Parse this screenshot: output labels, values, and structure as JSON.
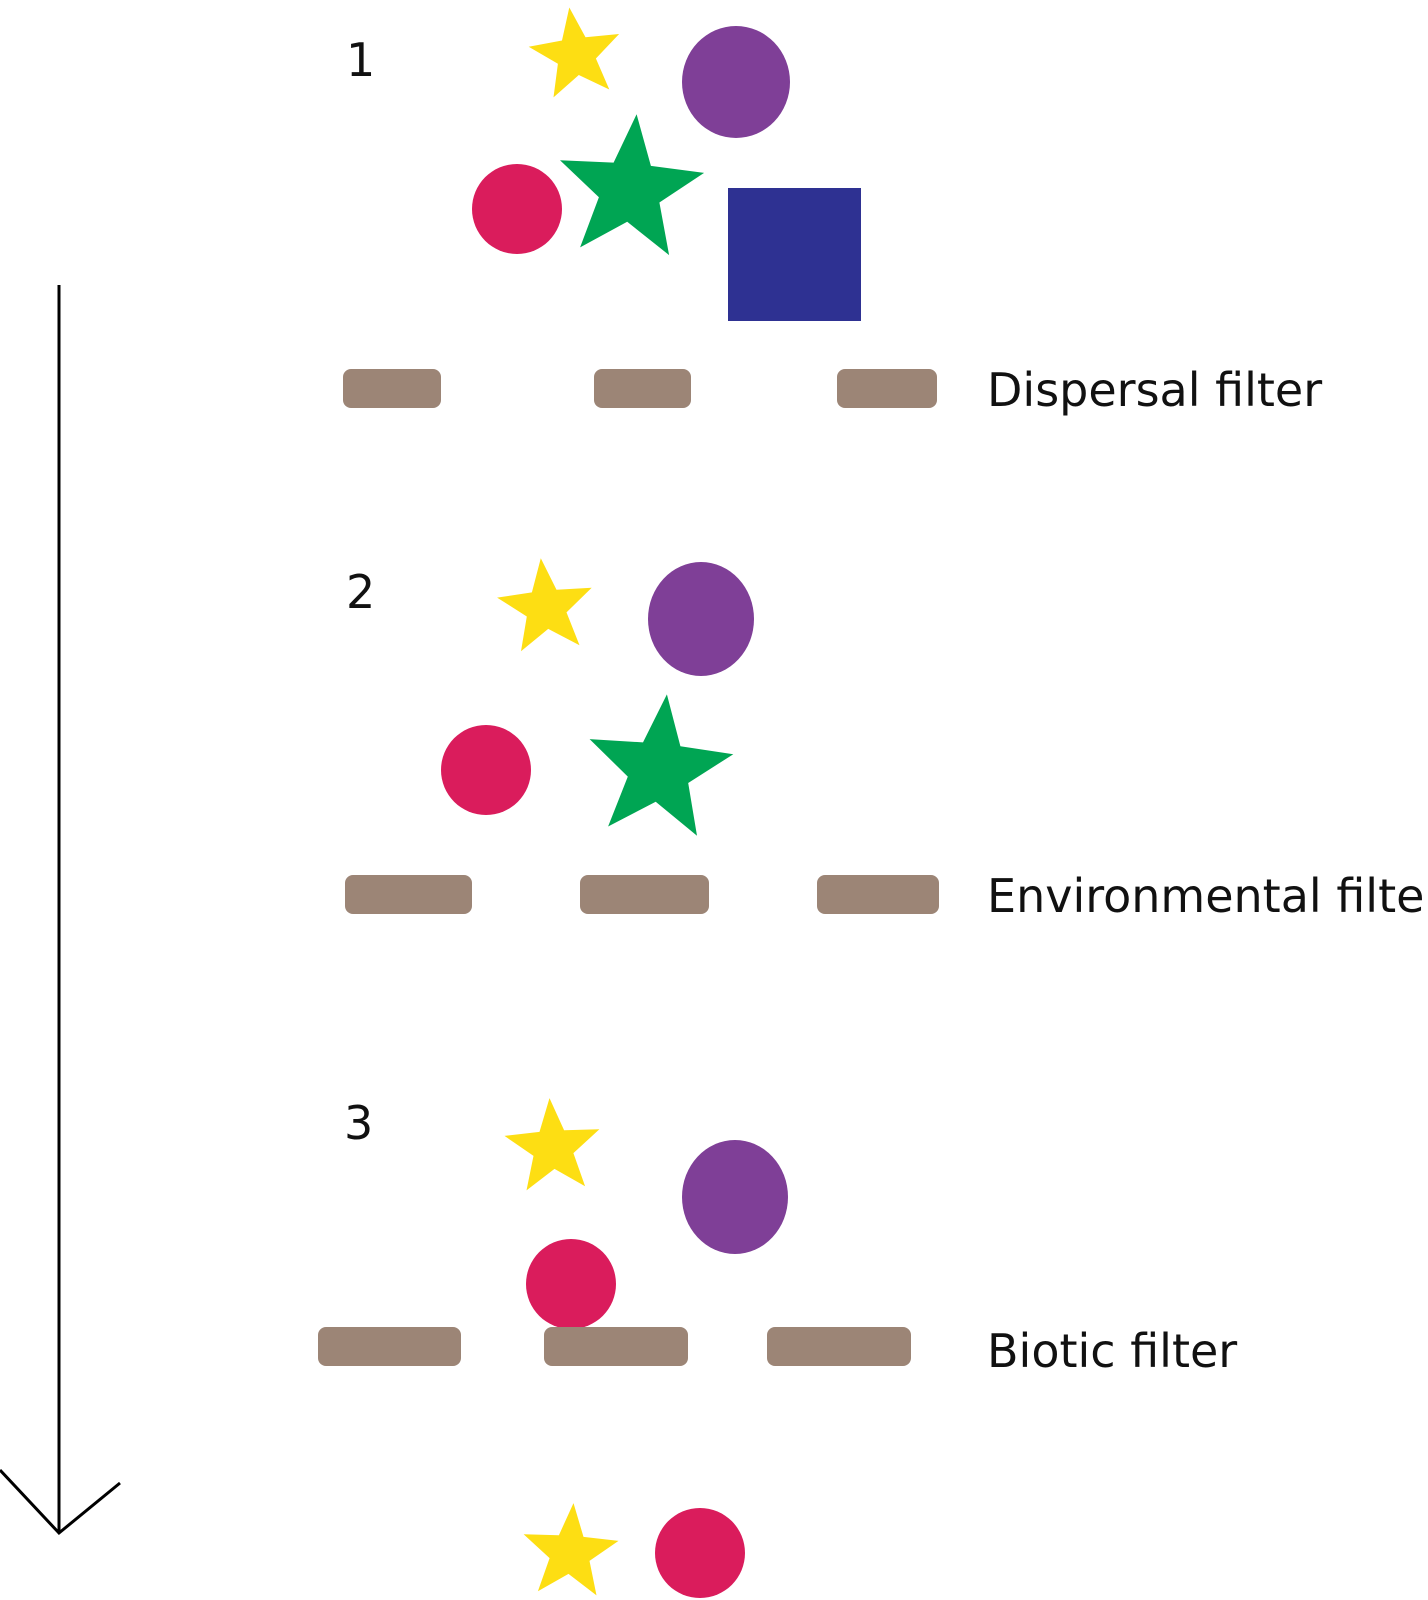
{
  "colors": {
    "yellow": "#FDDE13",
    "purple": "#7F3F97",
    "green": "#00A553",
    "red": "#DA1C5C",
    "blue": "#2E3192",
    "filter": "#9C8576",
    "arrow": "#000000"
  },
  "stages": [
    {
      "number": "1",
      "species": [
        "yellow-star",
        "purple-circle",
        "red-circle",
        "green-star",
        "blue-square"
      ]
    },
    {
      "number": "2",
      "species": [
        "yellow-star",
        "purple-circle",
        "red-circle",
        "green-star"
      ]
    },
    {
      "number": "3",
      "species": [
        "yellow-star",
        "purple-circle",
        "red-circle"
      ]
    },
    {
      "number": "",
      "species": [
        "yellow-star",
        "red-circle"
      ]
    }
  ],
  "filters": [
    {
      "label": "Dispersal filter"
    },
    {
      "label": "Environmental filter"
    },
    {
      "label": "Biotic filter"
    }
  ]
}
